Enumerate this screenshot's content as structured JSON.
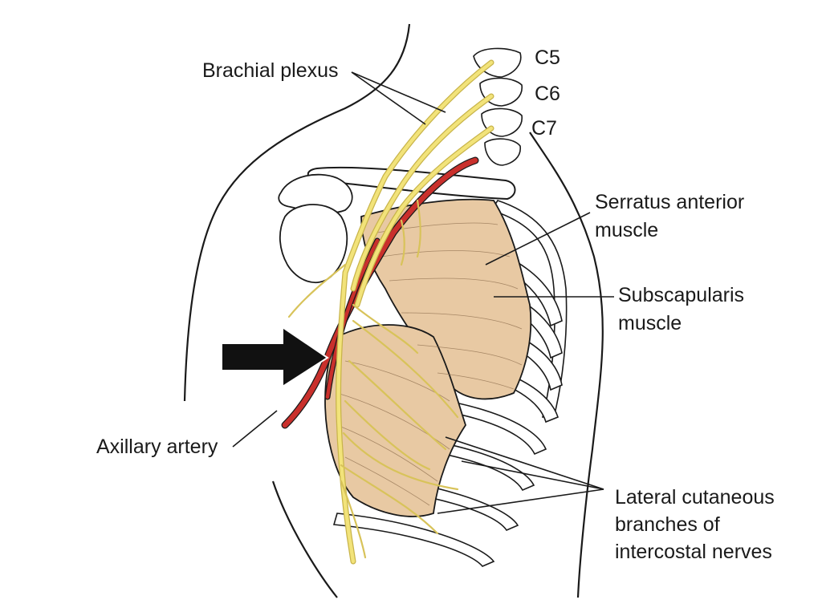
{
  "labels": {
    "c5": "C5",
    "c6": "C6",
    "c7": "C7",
    "brachial_plexus": "Brachial plexus",
    "serratus_line1": "Serratus anterior",
    "serratus_line2": "muscle",
    "subscap_line1": "Subscapularis",
    "subscap_line2": "muscle",
    "axillary_artery": "Axillary artery",
    "lateral_line1": "Lateral cutaneous",
    "lateral_line2": "branches of",
    "lateral_line3": "intercostal nerves"
  },
  "colors": {
    "nerve": "#f2e37a",
    "nerve_outline": "#c8b44a",
    "artery": "#c9302c",
    "muscle": "#e8c9a3",
    "outline": "#1a1a1a",
    "arrow": "#111111"
  }
}
